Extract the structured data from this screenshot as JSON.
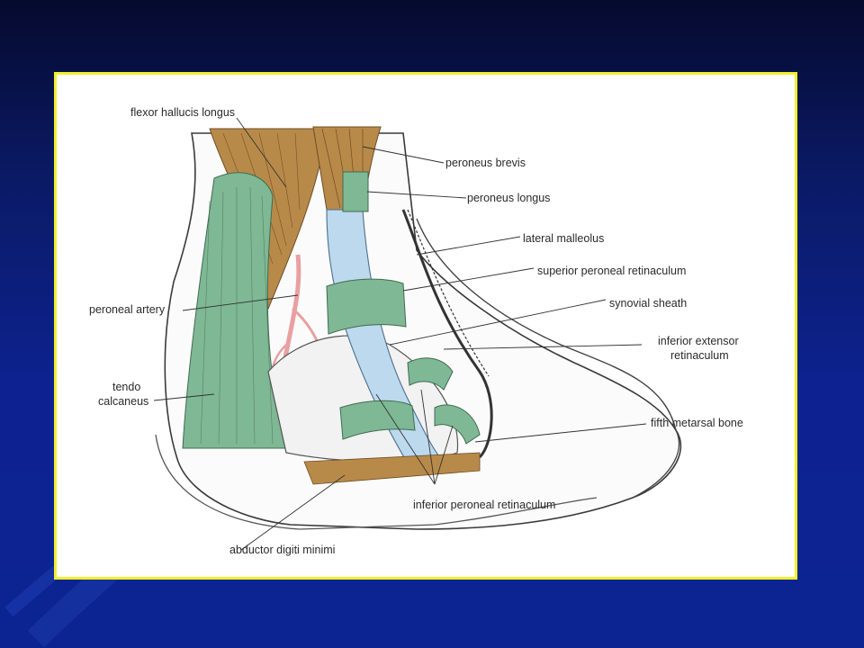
{
  "labels": {
    "flexor_hallucis_longus": "flexor hallucis longus",
    "peroneus_brevis": "peroneus brevis",
    "peroneus_longus": "peroneus longus",
    "lateral_malleolus": "lateral malleolus",
    "superior_peroneal_retinaculum": "superior peroneal retinaculum",
    "synovial_sheath": "synovial sheath",
    "peroneal_artery": "peroneal artery",
    "inferior_extensor_1": "inferior extensor",
    "inferior_extensor_2": "retinaculum",
    "tendo_1": "tendo",
    "tendo_2": "calcaneus",
    "fifth_metatarsal_bone": "fifth metarsal bone",
    "inferior_peroneal_retinaculum": "inferior peroneal retinaculum",
    "abductor_digiti_minimi": "abductor digiti minimi"
  },
  "colors": {
    "frame_border": "#f4ee2c",
    "muscle": "#b88a4a",
    "tendon_green": "#7fb894",
    "sheath_blue": "#bcd9ee",
    "artery": "#e8a0a0"
  }
}
